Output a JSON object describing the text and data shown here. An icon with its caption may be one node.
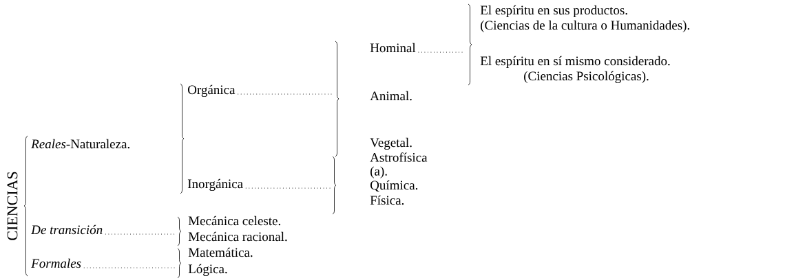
{
  "diagram": {
    "nodes": [
      {
        "text": [
          "Orgánica"
        ]
      },
      {
        "text": [
          "Hominal"
        ]
      },
      {
        "text": [
          "Inorgánica"
        ]
      },
      {
        "text": [
          "De transición"
        ]
      },
      {
        "text": [
          "Formales"
        ]
      }
    ],
    "edges": [
      {
        "from": 0,
        "to": null,
        "arrow": "none"
      },
      {
        "from": 1,
        "to": null,
        "arrow": "none"
      },
      {
        "from": 2,
        "to": null,
        "arrow": "none"
      },
      {
        "from": 3,
        "to": null,
        "arrow": "none"
      },
      {
        "from": 4,
        "to": null,
        "arrow": "none"
      }
    ],
    "labels": [
      "CIENCIAS",
      "*Reales*-Naturaleza.",
      "El espíritu en sus productos.",
      "(Ciencias de la cultura o Humanidades).",
      "El espíritu en sí mismo considerado.",
      "(Ciencias Psicológicas).",
      "Animal.",
      "Vegetal.",
      "Astrofísica (a).",
      "Química.",
      "Física.",
      "Mecánica celeste.",
      "Mecánica racional.",
      "Matemática.",
      "Lógica."
    ]
  }
}
